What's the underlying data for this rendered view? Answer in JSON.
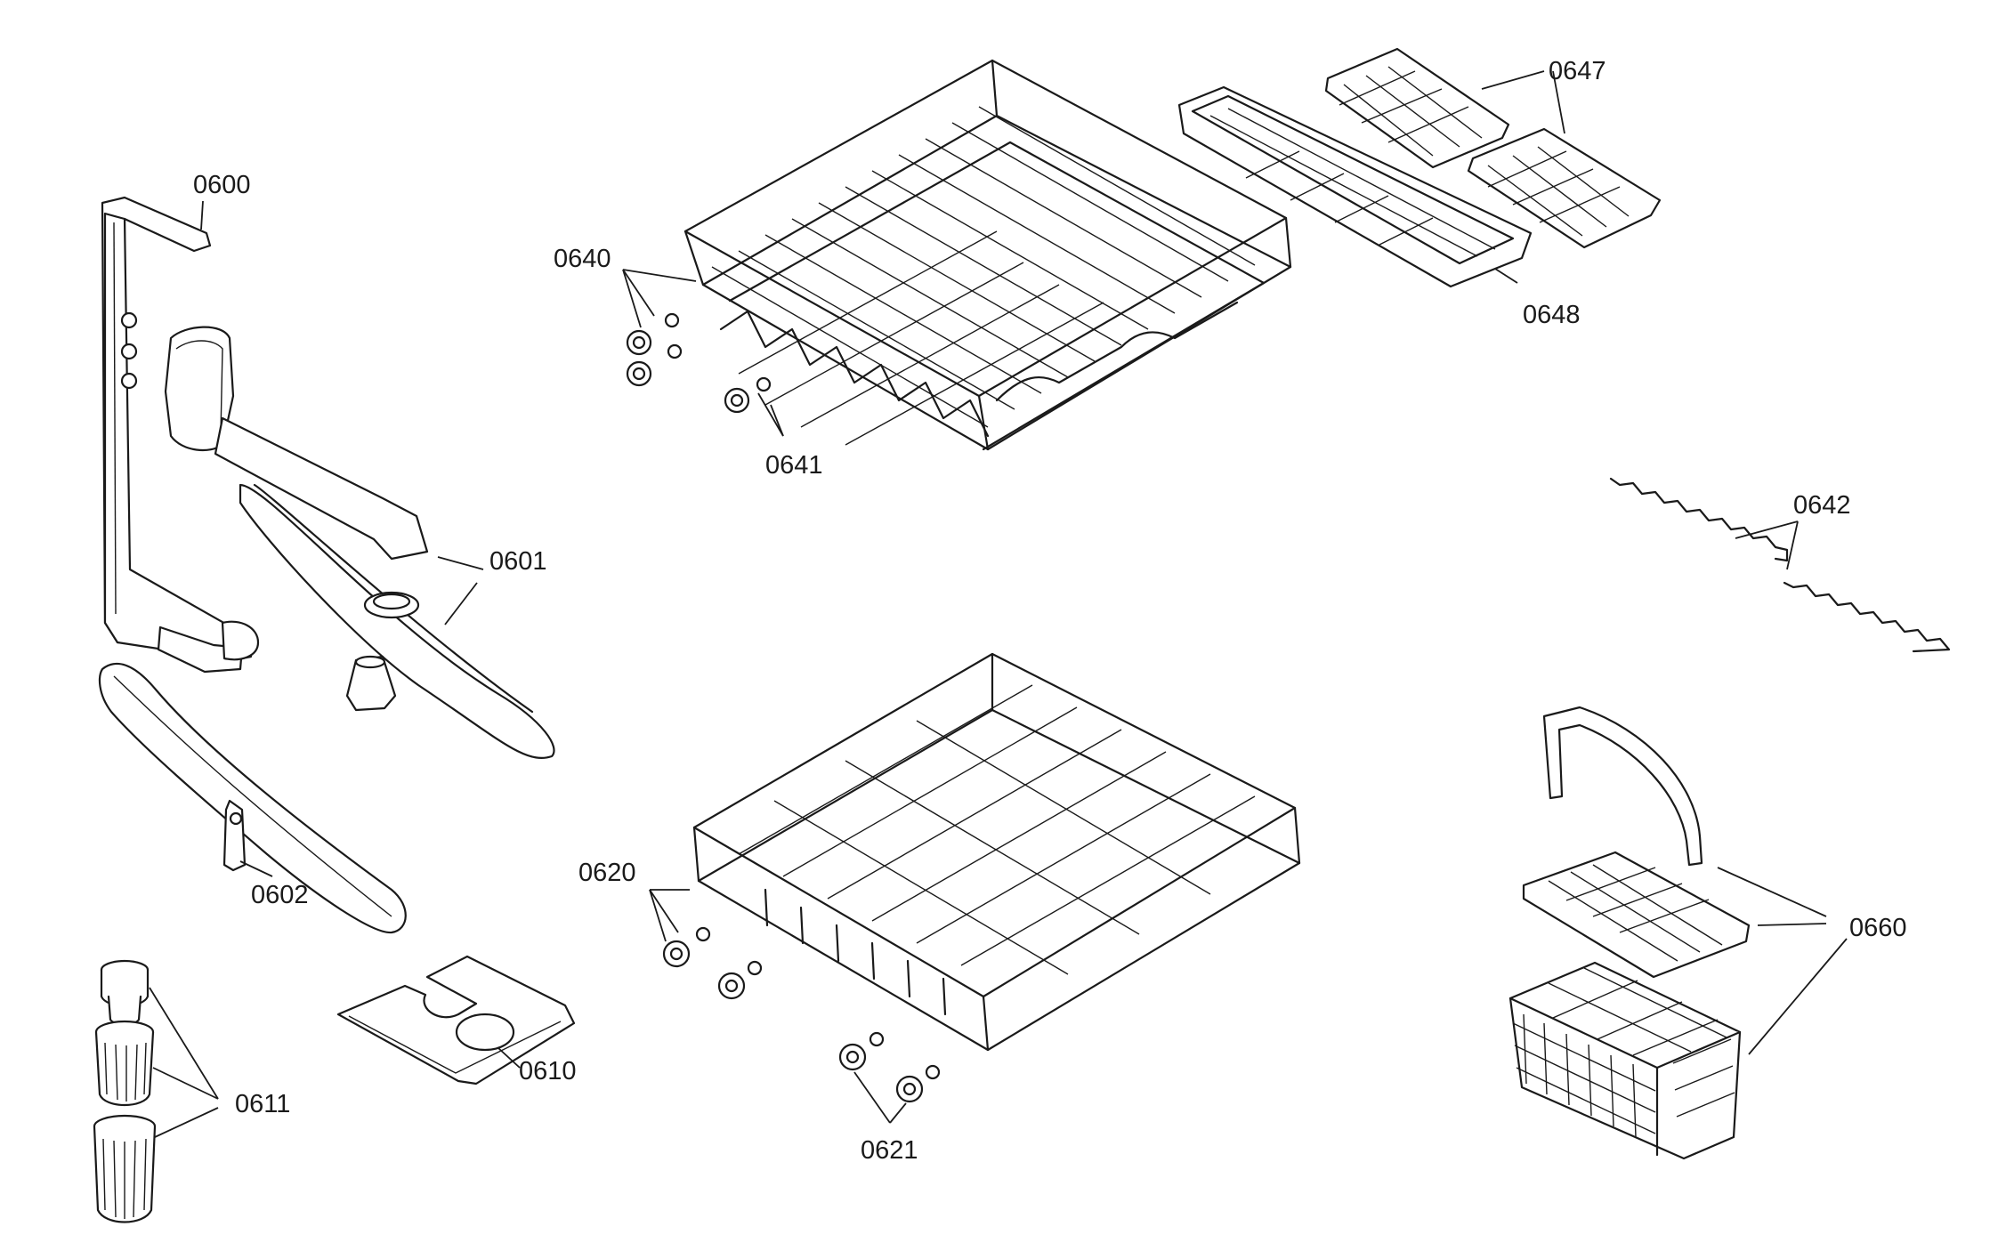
{
  "labels": {
    "p0600": "0600",
    "p0601": "0601",
    "p0602": "0602",
    "p0610": "0610",
    "p0611": "0611",
    "p0620": "0620",
    "p0621": "0621",
    "p0640": "0640",
    "p0641": "0641",
    "p0642": "0642",
    "p0647": "0647",
    "p0648": "0648",
    "p0660": "0660"
  }
}
